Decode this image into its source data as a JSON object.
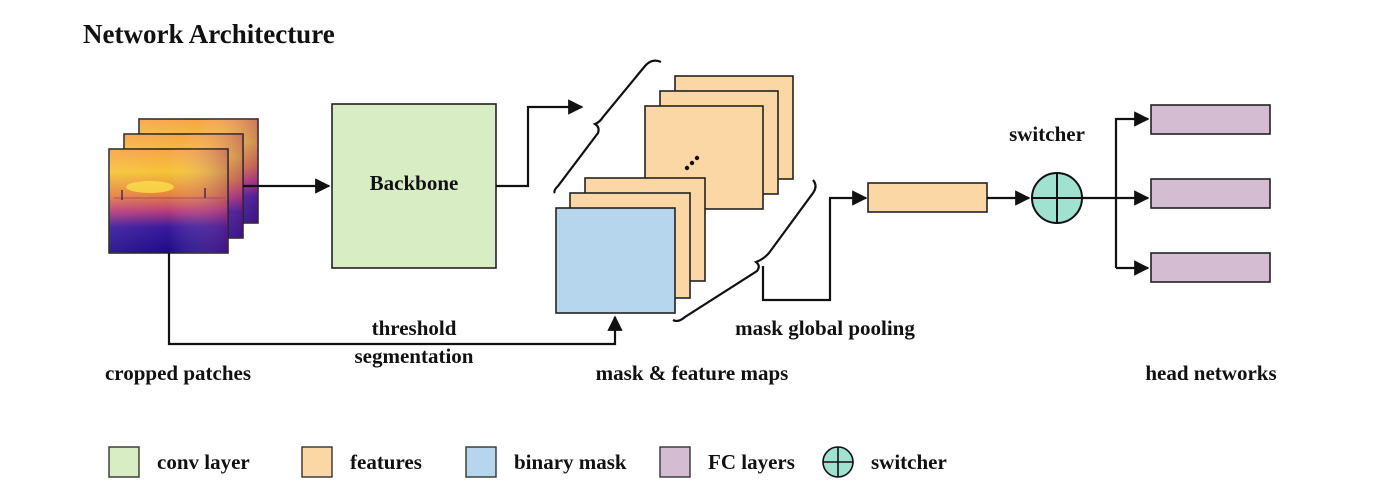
{
  "title": "Network  Architecture",
  "nodes": {
    "backbone": "Backbone",
    "switcher": "switcher"
  },
  "labels": {
    "cropped_patches": "cropped patches",
    "threshold": "threshold",
    "segmentation": "segmentation",
    "mask_feature_maps": "mask & feature maps",
    "mask_global_pooling": "mask global pooling",
    "head_networks": "head networks"
  },
  "legend": [
    {
      "label": "conv layer",
      "color": "#d8edc4"
    },
    {
      "label": "features",
      "color": "#fbd7a6"
    },
    {
      "label": "binary mask",
      "color": "#b6d6ee"
    },
    {
      "label": "FC layers",
      "color": "#d4bcd3"
    },
    {
      "label": "switcher",
      "color": "#9fe2cf",
      "icon": "switcher-icon"
    }
  ],
  "colors": {
    "conv_layer": "#d8edc4",
    "features": "#fbd7a6",
    "binary_mask": "#b6d6ee",
    "fc_layers": "#d4bcd3",
    "switcher": "#9fe2cf"
  }
}
